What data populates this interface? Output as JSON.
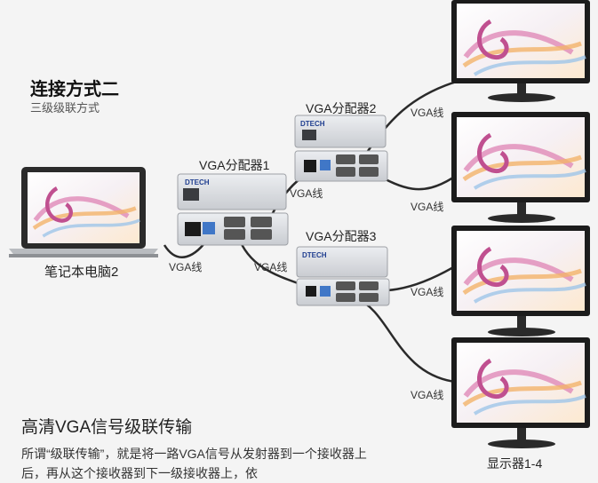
{
  "header": {
    "title": "连接方式二",
    "subtitle": "三级级联方式"
  },
  "devices": {
    "splitter1_label": "VGA分配器1",
    "splitter2_label": "VGA分配器2",
    "splitter3_label": "VGA分配器3",
    "laptop_label": "笔记本电脑2",
    "monitors_label": "显示器1-4",
    "brand": "DTECH",
    "port_count": "4"
  },
  "cables": {
    "laptop_cable": "VGA线",
    "s1_to_s3": "VGA线",
    "s1_to_s2": "VGA线",
    "s2_to_m1": "VGA线",
    "s2_to_m2": "VGA线",
    "s3_to_m3": "VGA线",
    "s3_to_m4": "VGA线"
  },
  "description": {
    "heading": "高清VGA信号级联传输",
    "text": "所谓“级联传输”，就是将一路VGA信号从发射器到一个接收器上后，再从这个接收器到下一级接收器上，依"
  },
  "colors": {
    "cable": "#2a2a2a",
    "splitter_body": "#d8dade",
    "screen_accent": "#c05090"
  }
}
